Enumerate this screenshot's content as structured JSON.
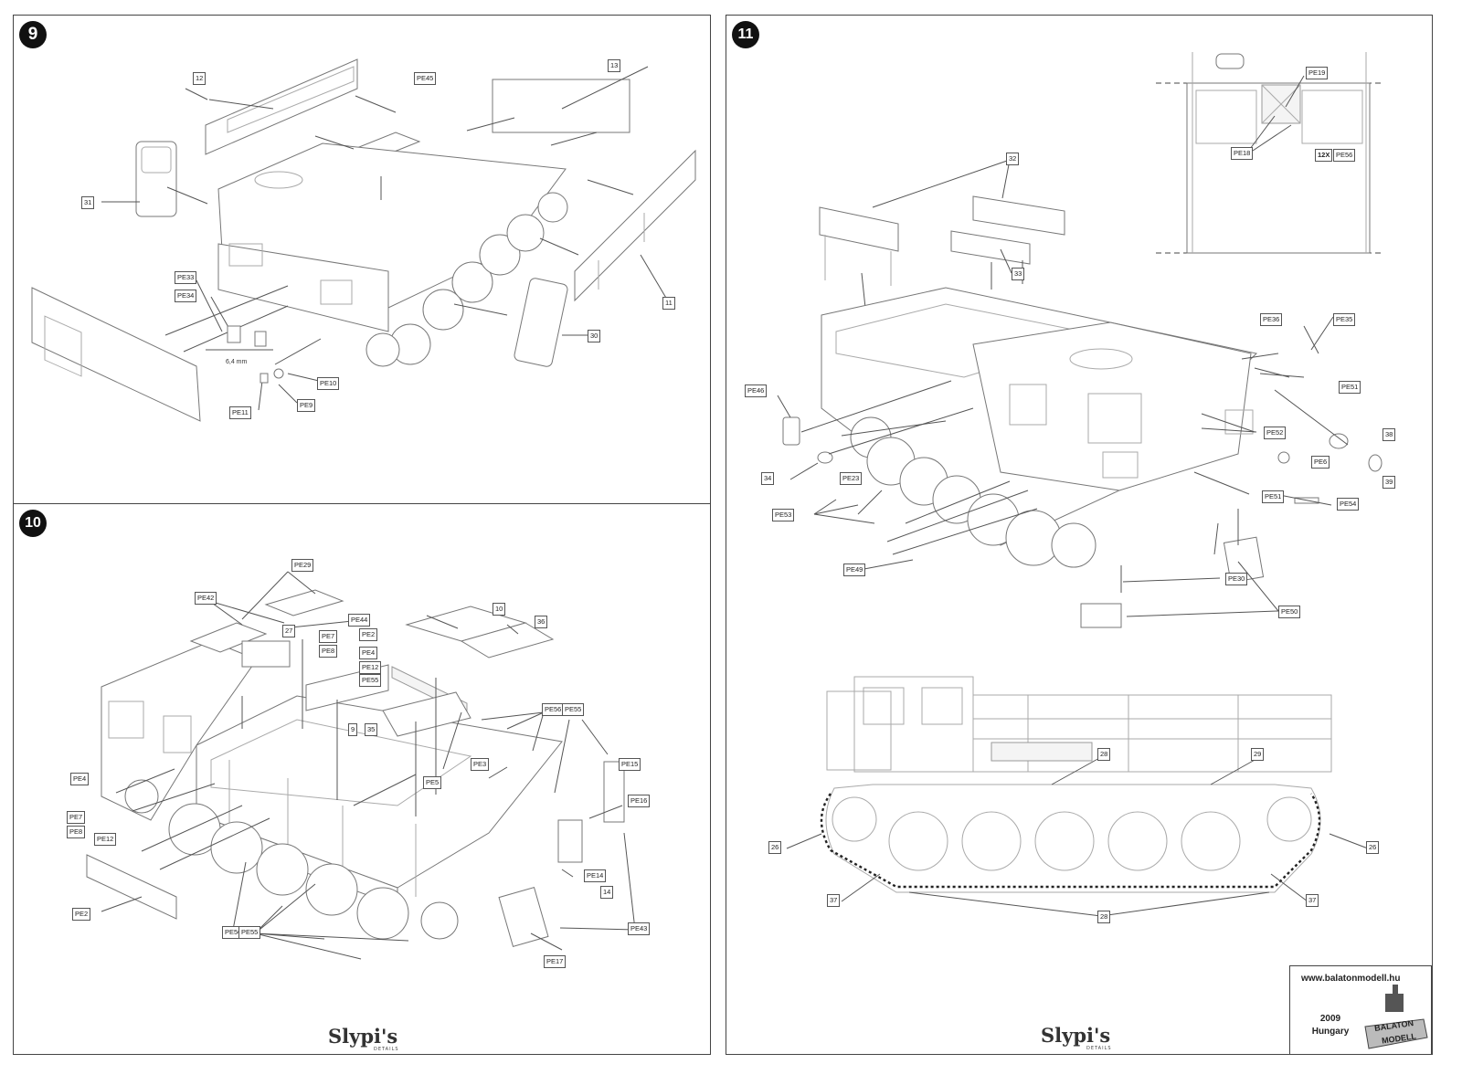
{
  "steps": {
    "s9": "9",
    "s10": "10",
    "s11": "11"
  },
  "labels9": {
    "l12": "12",
    "pe45": "PE45",
    "l13": "13",
    "l31": "31",
    "l11": "11",
    "pe33": "PE33",
    "pe34": "PE34",
    "l30": "30",
    "pe10": "PE10",
    "pe11": "PE11",
    "pe9": "PE9",
    "dim": "6,4 mm"
  },
  "labels10": {
    "pe29": "PE29",
    "pe42": "PE42",
    "pe44": "PE44",
    "l27": "27",
    "l10": "10",
    "l36": "36",
    "pe7a": "PE7",
    "pe8a": "PE8",
    "pe2a": "PE2",
    "pe4a": "PE4",
    "pe12a": "PE12",
    "pe55": "PE55",
    "l9": "9",
    "l35": "35",
    "pe56a": "PE56",
    "pe55b": "PE55",
    "pe3": "PE3",
    "pe5": "PE5",
    "pe15": "PE15",
    "pe16": "PE16",
    "pe4b": "PE4",
    "pe7b": "PE7",
    "pe8b": "PE8",
    "pe12b": "PE12",
    "pe14": "PE14",
    "l14": "14",
    "pe2b": "PE2",
    "pe56b": "PE56",
    "pe55c": "PE55",
    "pe43": "PE43",
    "pe17": "PE17"
  },
  "labels11": {
    "pe19": "PE19",
    "pe18": "PE18",
    "x12": "12X",
    "pe56": "PE56",
    "l32": "32",
    "l33": "33",
    "pe36": "PE36",
    "pe35": "PE35",
    "pe51a": "PE51",
    "pe46": "PE46",
    "pe52": "PE52",
    "l38": "38",
    "pe6": "PE6",
    "l39": "39",
    "l34": "34",
    "pe23": "PE23",
    "pe51b": "PE51",
    "pe54": "PE54",
    "pe53": "PE53",
    "pe49": "PE49",
    "pe30": "PE30",
    "pe50": "PE50",
    "l28a": "28",
    "l29": "29",
    "l26a": "26",
    "l26b": "26",
    "l37a": "37",
    "l37b": "37",
    "l28b": "28"
  },
  "brand": {
    "name": "Slypi's",
    "sub": "DETAILS"
  },
  "info": {
    "url": "www.balatonmodell.hu",
    "year": "2009",
    "country": "Hungary",
    "logo_top": "BALATON",
    "logo_bottom": "MODELL"
  },
  "colors": {
    "ink": "#222222",
    "line": "#555555",
    "border": "#444444"
  }
}
